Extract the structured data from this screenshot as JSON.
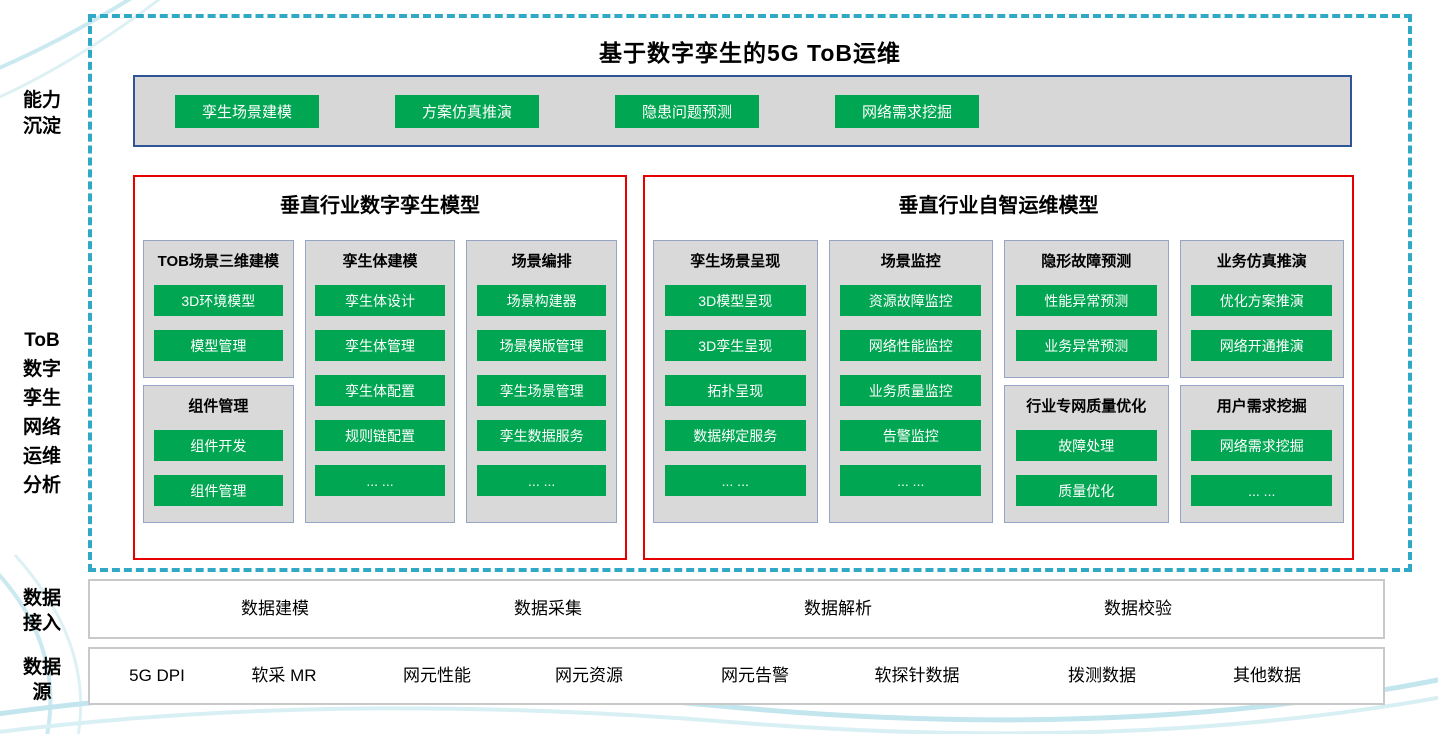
{
  "colors": {
    "accent_green": "#00A651",
    "frame_teal": "#2FA9C5",
    "panel_red": "#E60000",
    "bar_blue_border": "#2F5597",
    "panel_gray": "#D9D9D9"
  },
  "side": {
    "capability": [
      "能力",
      "沉淀"
    ],
    "tob": [
      "ToB",
      "数字",
      "孪生",
      "网络",
      "运维",
      "分析"
    ],
    "access": [
      "数据",
      "接入"
    ],
    "source": [
      "数据",
      "源"
    ]
  },
  "main": {
    "title": "基于数字孪生的5G ToB运维",
    "capability_bar": [
      "孪生场景建模",
      "方案仿真推演",
      "隐患问题预测",
      "网络需求挖掘"
    ],
    "panels": [
      {
        "title": "垂直行业数字孪生模型",
        "columns": [
          {
            "groups": [
              {
                "header": "TOB场景三维建模",
                "items": [
                  "3D环境模型",
                  "模型管理"
                ]
              },
              {
                "header": "组件管理",
                "items": [
                  "组件开发",
                  "组件管理"
                ]
              }
            ]
          },
          {
            "groups": [
              {
                "header": "孪生体建模",
                "items": [
                  "孪生体设计",
                  "孪生体管理",
                  "孪生体配置",
                  "规则链配置",
                  "... ..."
                ]
              }
            ]
          },
          {
            "groups": [
              {
                "header": "场景编排",
                "items": [
                  "场景构建器",
                  "场景模版管理",
                  "孪生场景管理",
                  "孪生数据服务",
                  "... ..."
                ]
              }
            ]
          }
        ]
      },
      {
        "title": "垂直行业自智运维模型",
        "columns": [
          {
            "groups": [
              {
                "header": "孪生场景呈现",
                "items": [
                  "3D模型呈现",
                  "3D孪生呈现",
                  "拓扑呈现",
                  "数据绑定服务",
                  "... ..."
                ]
              }
            ]
          },
          {
            "groups": [
              {
                "header": "场景监控",
                "items": [
                  "资源故障监控",
                  "网络性能监控",
                  "业务质量监控",
                  "告警监控",
                  "... ..."
                ]
              }
            ]
          },
          {
            "groups": [
              {
                "header": "隐形故障预测",
                "items": [
                  "性能异常预测",
                  "业务异常预测"
                ]
              },
              {
                "header": "行业专网质量优化",
                "items": [
                  "故障处理",
                  "质量优化"
                ]
              }
            ]
          },
          {
            "groups": [
              {
                "header": "业务仿真推演",
                "items": [
                  "优化方案推演",
                  "网络开通推演"
                ]
              },
              {
                "header": "用户需求挖掘",
                "items": [
                  "网络需求挖掘",
                  "... ..."
                ]
              }
            ]
          }
        ]
      }
    ]
  },
  "data_access": {
    "items": [
      "数据建模",
      "数据采集",
      "数据解析",
      "数据校验"
    ]
  },
  "data_source": {
    "items": [
      "5G DPI",
      "软采 MR",
      "网元性能",
      "网元资源",
      "网元告警",
      "软探针数据",
      "拨测数据",
      "其他数据"
    ]
  }
}
